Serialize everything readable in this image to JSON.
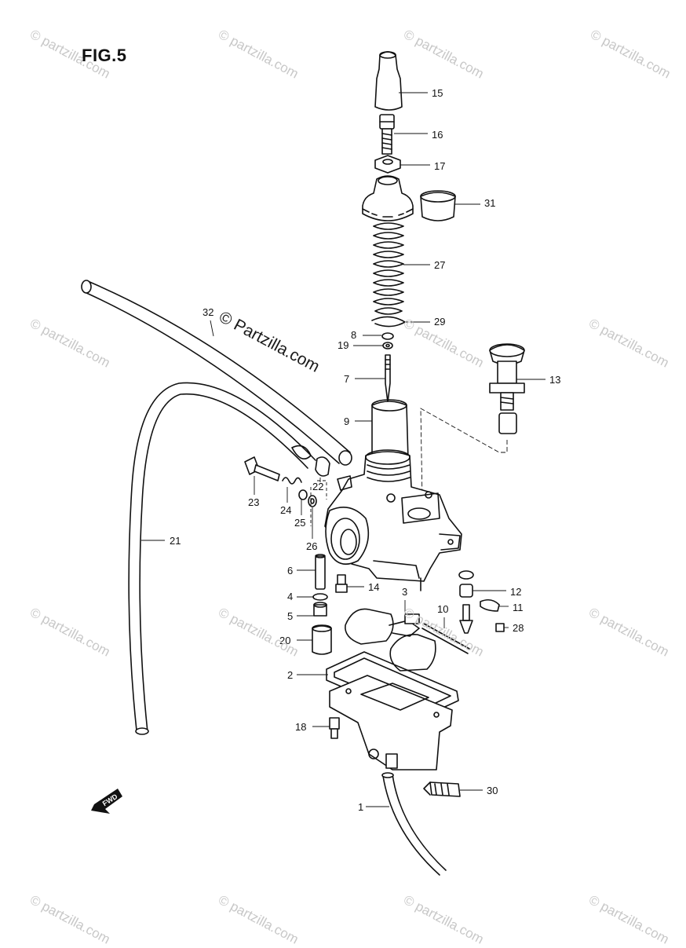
{
  "figure": {
    "title": "FIG.5",
    "copyright_text": "© Partzilla.com",
    "watermark_text": "© partzilla.com",
    "fwd_label": "FWD"
  },
  "callouts": [
    {
      "id": "15",
      "part": "cap"
    },
    {
      "id": "16",
      "part": "adjuster-screw"
    },
    {
      "id": "17",
      "part": "nut"
    },
    {
      "id": "31",
      "part": "cap-cover"
    },
    {
      "id": "27",
      "part": "spring"
    },
    {
      "id": "29",
      "part": "clip"
    },
    {
      "id": "8",
      "part": "ring"
    },
    {
      "id": "19",
      "part": "washer"
    },
    {
      "id": "7",
      "part": "needle"
    },
    {
      "id": "13",
      "part": "starter-plunger"
    },
    {
      "id": "9",
      "part": "throttle-valve"
    },
    {
      "id": "32",
      "part": "hose"
    },
    {
      "id": "22",
      "part": "clamp"
    },
    {
      "id": "23",
      "part": "screw"
    },
    {
      "id": "24",
      "part": "spring"
    },
    {
      "id": "25",
      "part": "washer"
    },
    {
      "id": "26",
      "part": "o-ring"
    },
    {
      "id": "21",
      "part": "hose"
    },
    {
      "id": "6",
      "part": "needle-jet"
    },
    {
      "id": "14",
      "part": "pilot-jet"
    },
    {
      "id": "4",
      "part": "washer"
    },
    {
      "id": "5",
      "part": "main-jet-holder"
    },
    {
      "id": "20",
      "part": "jet-cover"
    },
    {
      "id": "3",
      "part": "float-arm"
    },
    {
      "id": "12",
      "part": "needle-valve"
    },
    {
      "id": "11",
      "part": "clip"
    },
    {
      "id": "10",
      "part": "pin"
    },
    {
      "id": "28",
      "part": "screw"
    },
    {
      "id": "2",
      "part": "gasket"
    },
    {
      "id": "18",
      "part": "drain-screw"
    },
    {
      "id": "30",
      "part": "screw"
    },
    {
      "id": "1",
      "part": "drain-hose"
    }
  ]
}
